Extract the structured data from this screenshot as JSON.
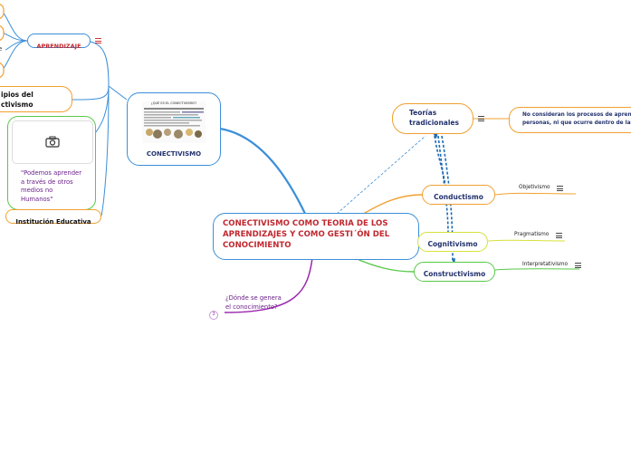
{
  "central": {
    "title": "CONECTIVISMO COMO TEORIA DE LOS APRENDIZAJES Y COMO GESTI´ÓN DEL CONOCIMIENTO"
  },
  "left": {
    "aprendizaje": "APRENDIZAJE",
    "principios": "ipios del\nctivismo",
    "image_caption": "\"Podemos aprender\na través de otros\nmedios no\nHumanos\"",
    "institucion": "Institución Educativa",
    "conectivismo": "CONECTIVISMO",
    "thumb_title": "¿QUÉ ES EL CONECTIVISMO?"
  },
  "bottom": {
    "donde": "¿Dónde se genera\nel conocimiento?",
    "count": "3"
  },
  "right": {
    "teorias": "Teorías\ntradicionales",
    "teorias_note": "No consideran los procesos de aprendiz\npersonas, ni que ocurre dentro de las or",
    "conductismo": "Conductismo",
    "objetivismo": "Objetivismo",
    "cognitivismo": "Cognitivismo",
    "pragmatismo": "Pragmatismo",
    "constructivismo": "Constructivismo",
    "interpretativismo": "Interpretativismo"
  },
  "colors": {
    "central_border": "#3b8fd9",
    "title_red": "#c0282f",
    "branch_blue": "#3b8fd9",
    "branch_orange": "#f0a030",
    "branch_yellow": "#d6e23a",
    "branch_green": "#58c948",
    "branch_purple": "#9c27b0",
    "navy": "#22326e"
  },
  "icons": [
    "camera-icon",
    "menu-icon"
  ]
}
